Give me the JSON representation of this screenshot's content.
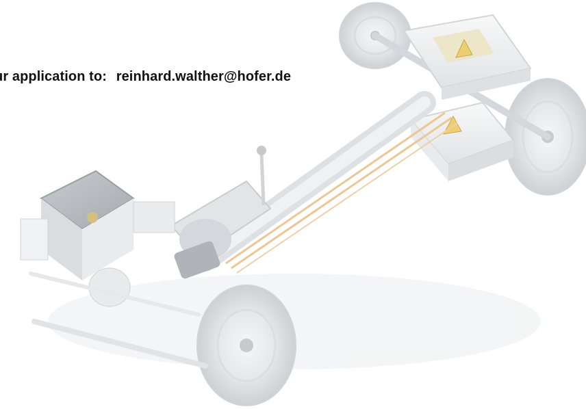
{
  "slide": {
    "application_text": "ur application to:",
    "email": "reinhard.walther@hofer.de"
  },
  "illustration": {
    "subject": "electric-vehicle-chassis",
    "opacity_style": "faded",
    "warning_label_color": "#e8c24a",
    "cable_color": "#e6b878",
    "metal_color": "#cfd4d8"
  }
}
